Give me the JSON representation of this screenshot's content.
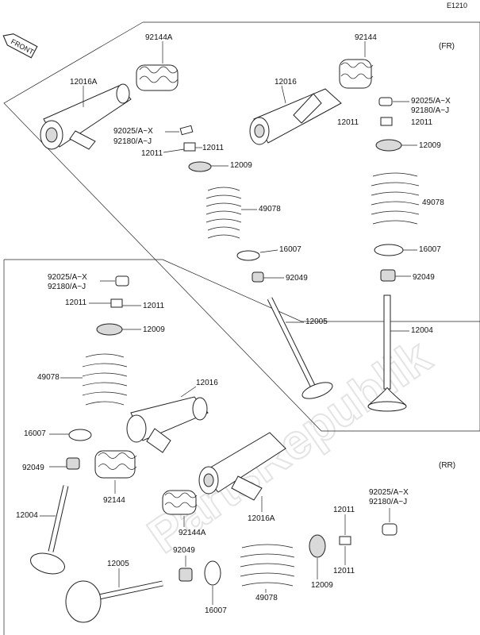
{
  "diagram": {
    "code": "E1210",
    "watermark": "PartsRepublik",
    "front_label": "FRONT",
    "section_fr": "(FR)",
    "section_rr": "(RR)"
  },
  "labels": {
    "fr": {
      "spring_92144A": "92144A",
      "spring_92144": "92144",
      "rocker_12016A": "12016A",
      "rocker_12016": "12016",
      "keeper_92025_l": "92025/A~X",
      "keeper_92180_l": "92180/A~J",
      "cotter_12011_l1": "12011",
      "cotter_12011_l2": "12011",
      "retainer_12009_l": "12009",
      "keeper_92025_r": "92025/A~X",
      "keeper_92180_r": "92180/A~J",
      "cotter_12011_r1": "12011",
      "cotter_12011_r2": "12011",
      "retainer_12009_r": "12009",
      "valve_spring_l": "49078",
      "valve_spring_r": "49078",
      "seat_16007_l": "16007",
      "seat_16007_r": "16007",
      "seal_92049_l": "92049",
      "seal_92049_r": "92049",
      "valve_12005": "12005",
      "valve_12004": "12004"
    },
    "rr": {
      "keeper_92025": "92025/A~X",
      "keeper_92180": "92180/A~J",
      "cotter_12011_a": "12011",
      "cotter_12011_b": "12011",
      "retainer_12009": "12009",
      "valve_spring": "49078",
      "rocker_12016": "12016",
      "seat_16007": "16007",
      "seal_92049": "92049",
      "valve_12004": "12004",
      "spring_92144": "92144",
      "spring_92144A": "92144A",
      "rocker_12016A": "12016A",
      "keeper_92025_r": "92025/A~X",
      "keeper_92180_r": "92180/A~J",
      "cotter_12011_r1": "12011",
      "cotter_12011_r2": "12011",
      "seal_92049_b": "92049",
      "valve_12005": "12005",
      "valve_spring_b": "49078",
      "retainer_12009_b": "12009",
      "seat_16007_b": "16007"
    }
  }
}
